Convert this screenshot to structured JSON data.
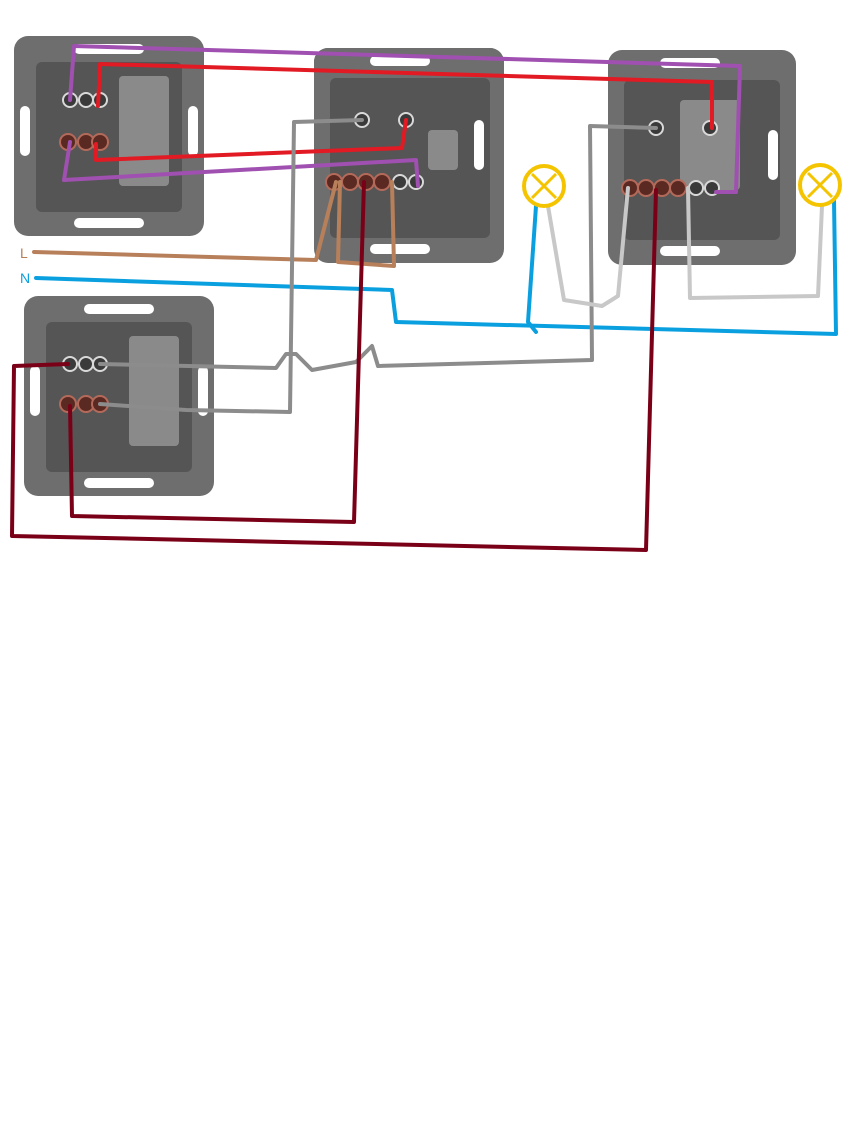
{
  "labels": {
    "line": "L",
    "neutral": "N"
  },
  "colors": {
    "line": "#b8805a",
    "neutral": "#0aa0e0",
    "traveler_purple": "#a050b0",
    "traveler_red": "#e21a24",
    "switched_gray": "#8c8c8c",
    "lamp_lead": "#c8c8c8",
    "return_maroon": "#7a0018",
    "lamp": "#f5c400"
  },
  "components": [
    {
      "kind": "switch",
      "icon": "wall-switch-icon"
    },
    {
      "kind": "switch",
      "icon": "wall-switch-icon"
    },
    {
      "kind": "switch",
      "icon": "wall-switch-icon"
    },
    {
      "kind": "switch",
      "icon": "wall-switch-icon"
    },
    {
      "kind": "lamp",
      "icon": "lamp-icon"
    },
    {
      "kind": "lamp",
      "icon": "lamp-icon"
    }
  ]
}
